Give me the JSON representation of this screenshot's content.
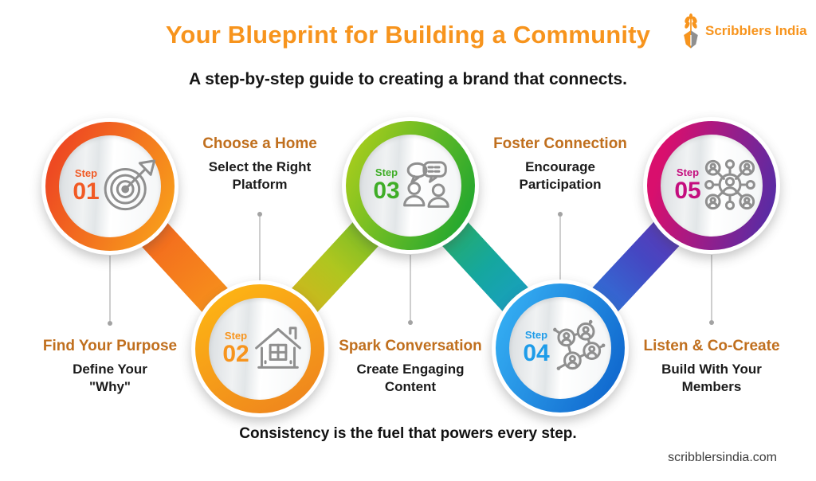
{
  "header": {
    "title": "Your Blueprint for Building a Community",
    "subtitle": "A step-by-step guide to creating a brand that connects."
  },
  "brand": {
    "name": "Scribblers India",
    "logo_icon": "wheat-pen-icon",
    "accent": "#F7941D"
  },
  "steps": [
    {
      "label": "Step",
      "number": "01",
      "title": "Find Your Purpose",
      "description": "Define Your\n\"Why\"",
      "icon": "target-dart-icon",
      "accent": "#F15A24",
      "ring": [
        "#EE4A22",
        "#F89E1B"
      ]
    },
    {
      "label": "Step",
      "number": "02",
      "title": "Choose a Home",
      "description": "Select the Right\nPlatform",
      "icon": "house-icon",
      "accent": "#F7941D",
      "ring": [
        "#FDB414",
        "#EF861D"
      ]
    },
    {
      "label": "Step",
      "number": "03",
      "title": "Spark Conversation",
      "description": "Create Engaging\nContent",
      "icon": "chat-people-icon",
      "accent": "#3FAD27",
      "ring": [
        "#A6CC1D",
        "#29A92E"
      ]
    },
    {
      "label": "Step",
      "number": "04",
      "title": "Foster Connection",
      "description": "Encourage\nParticipation",
      "icon": "user-network-icon",
      "accent": "#1E9CE9",
      "ring": [
        "#34ADF2",
        "#1068CE"
      ]
    },
    {
      "label": "Step",
      "number": "05",
      "title": "Listen & Co-Create",
      "description": "Build With Your\nMembers",
      "icon": "community-hub-icon",
      "accent": "#C40E7E",
      "ring": [
        "#D90F6D",
        "#5A2BA4"
      ]
    }
  ],
  "connectors": {
    "ribbon_1_2": [
      "#F1511F",
      "#F9A81B"
    ],
    "ribbon_2_3": [
      "#F5A41C",
      "#AFC61F",
      "#3AB12F"
    ],
    "ribbon_3_4": [
      "#3AB12F",
      "#15A79E",
      "#1E96E8"
    ],
    "ribbon_4_5": [
      "#1E96E8",
      "#4547C2",
      "#7A26A6"
    ]
  },
  "footer": {
    "tagline": "Consistency is the fuel that powers every step.",
    "website": "scribblersindia.com"
  }
}
